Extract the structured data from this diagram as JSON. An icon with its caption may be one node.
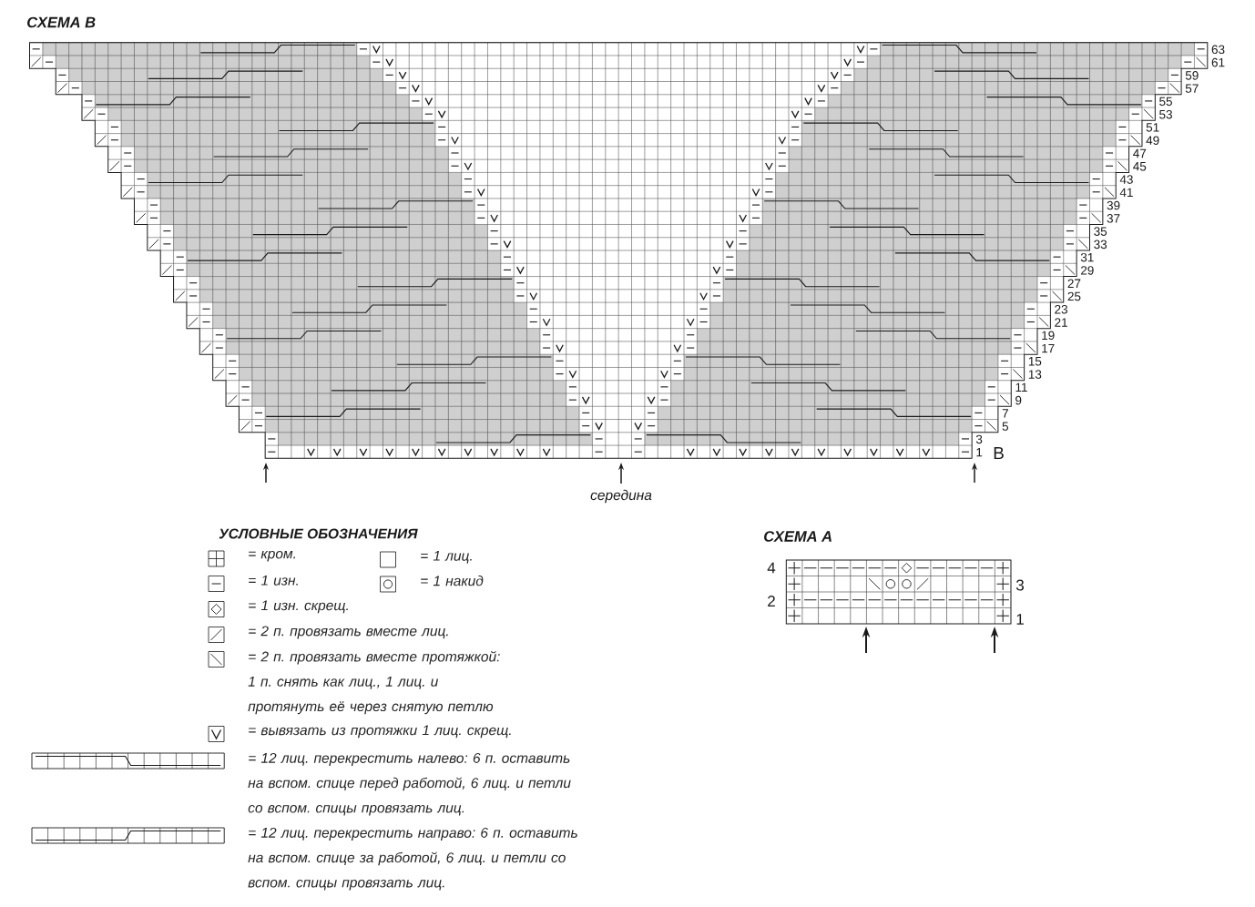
{
  "diagram": {
    "labels": [
      "СХЕМА В",
      "63",
      "61",
      "59",
      "57",
      "55",
      "53",
      "51",
      "49",
      "47",
      "45",
      "43",
      "41",
      "39",
      "37",
      "35",
      "33",
      "31",
      "29",
      "27",
      "25",
      "23",
      "21",
      "19",
      "17",
      "15",
      "13",
      "11",
      "9",
      "7",
      "5",
      "3",
      "1",
      "В",
      "середина",
      "УСЛОВНЫЕ ОБОЗНАЧЕНИЯ",
      "СХЕМА А",
      "4",
      "3",
      "2",
      "1"
    ],
    "legend": [
      {
        "text": "= кром."
      },
      {
        "text": "= 1 лиц."
      },
      {
        "text": "= 1 изн."
      },
      {
        "text": "= 1 накид"
      },
      {
        "text": "= 1 изн. скрещ."
      },
      {
        "text": "= 2 п. провязать вместе лиц."
      },
      {
        "text": "= 2 п. провязать вместе протяжкой: 1 п. снять как лиц., 1 лиц. и протянуть её через снятую петлю"
      },
      {
        "text": "= вывязать из протяжки 1 лиц. скрещ."
      },
      {
        "text": "= 12 лиц. перекрестить налево: 6 п. оставить на вспом. спице перед работой, 6 лиц. и петли со вспом. спицы провязать лиц."
      },
      {
        "text": "= 12 лиц. перекрестить направо: 6 п. оставить на вспом. спице за работой, 6 лиц. и петли со вспом. спицы провязать лиц."
      }
    ]
  }
}
